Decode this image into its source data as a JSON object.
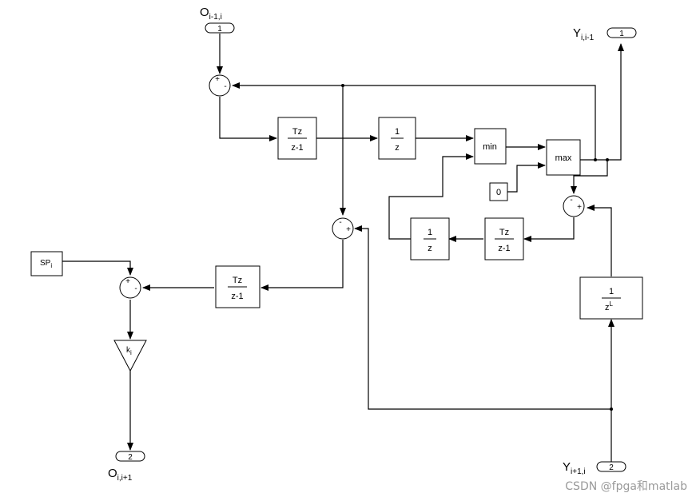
{
  "ports": {
    "in1": {
      "num": "1",
      "label": "O",
      "sub": "i-1,i"
    },
    "in2": {
      "num": "2",
      "label": "Y",
      "sub": "i+1,i"
    },
    "out1": {
      "num": "1",
      "label": "Y",
      "sub": "i,i-1"
    },
    "out2": {
      "num": "2",
      "label": "O",
      "sub": "i,i+1"
    }
  },
  "blocks": {
    "disc_tf": {
      "num": "Tz",
      "den": "z-1"
    },
    "delay": {
      "num": "1",
      "den": "z"
    },
    "delay_L": {
      "num": "1",
      "den": "z",
      "den_sup": "L"
    },
    "min": "min",
    "max": "max",
    "const0": "0",
    "sp": "SP",
    "sp_sub": "i",
    "gain": "k",
    "gain_sub": "i"
  },
  "signs": {
    "plus": "+",
    "minus": "-"
  },
  "watermark": "CSDN @fpga和matlab"
}
